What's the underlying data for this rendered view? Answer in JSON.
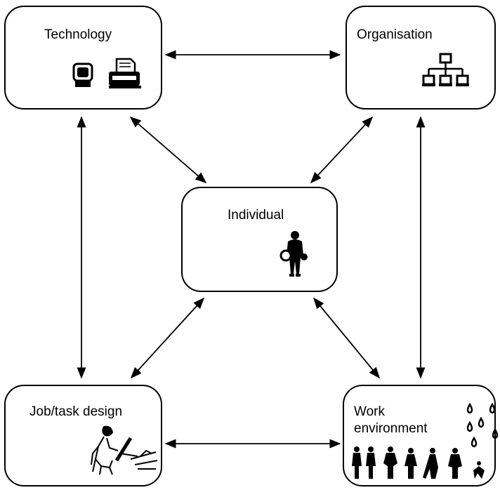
{
  "nodes": {
    "technology": "Technology",
    "organisation": "Organisation",
    "individual": "Individual",
    "job_task_design": "Job/task design",
    "work_environment": "Work\nenvironment"
  },
  "icons": {
    "technology": [
      "computer-monitor-icon",
      "printer-icon"
    ],
    "organisation": "org-chart-icon",
    "individual": "person-figure-icon",
    "job_task_design": "seated-worker-icon",
    "work_environment": [
      "workers-group-icon",
      "droplets-icon"
    ]
  },
  "connections": [
    [
      "Technology",
      "Organisation"
    ],
    [
      "Technology",
      "Individual"
    ],
    [
      "Technology",
      "Job/task design"
    ],
    [
      "Organisation",
      "Individual"
    ],
    [
      "Organisation",
      "Work environment"
    ],
    [
      "Individual",
      "Job/task design"
    ],
    [
      "Individual",
      "Work environment"
    ],
    [
      "Job/task design",
      "Work environment"
    ]
  ]
}
